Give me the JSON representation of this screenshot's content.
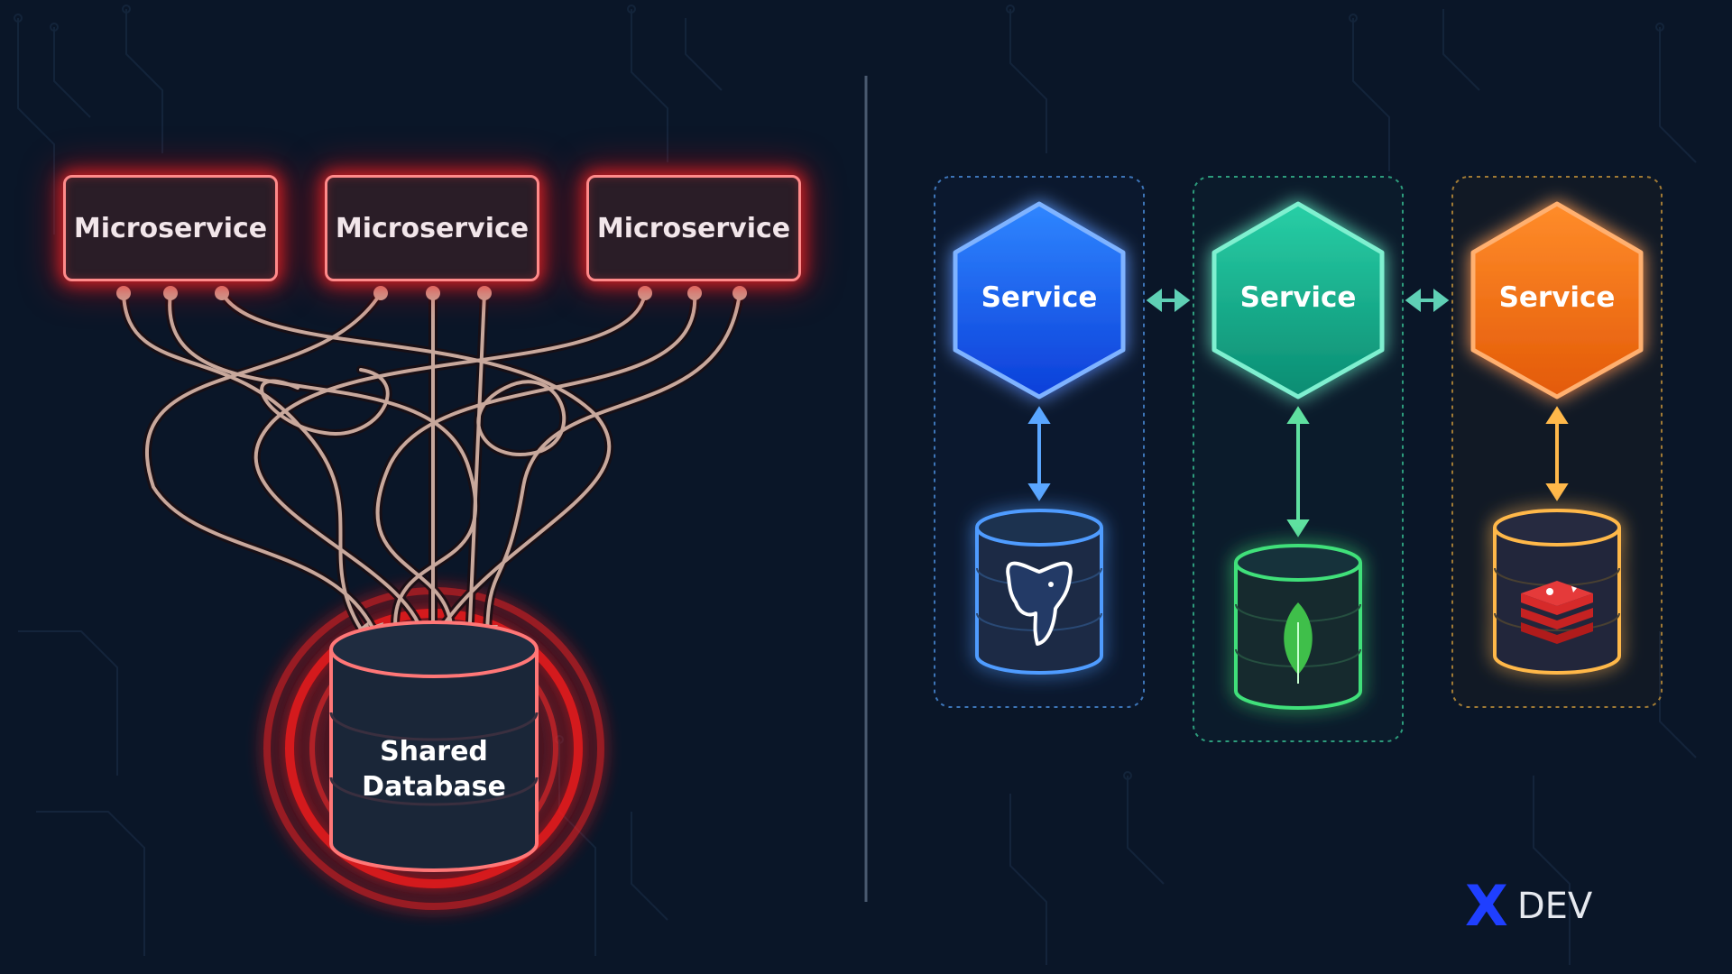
{
  "left_panel": {
    "microservices": [
      "Microservice",
      "Microservice",
      "Microservice"
    ],
    "shared_database": {
      "line1": "Shared",
      "line2": "Database"
    },
    "accent_color": "#ff3030"
  },
  "right_panel": {
    "services": [
      {
        "label": "Service",
        "color": "#1e6bff",
        "database_icon": "postgresql-elephant-icon"
      },
      {
        "label": "Service",
        "color": "#1fbf98",
        "database_icon": "mongodb-leaf-icon"
      },
      {
        "label": "Service",
        "color": "#ff7a1a",
        "database_icon": "redis-stack-icon"
      }
    ]
  },
  "brand": {
    "mark": "X",
    "name": "DEV"
  }
}
